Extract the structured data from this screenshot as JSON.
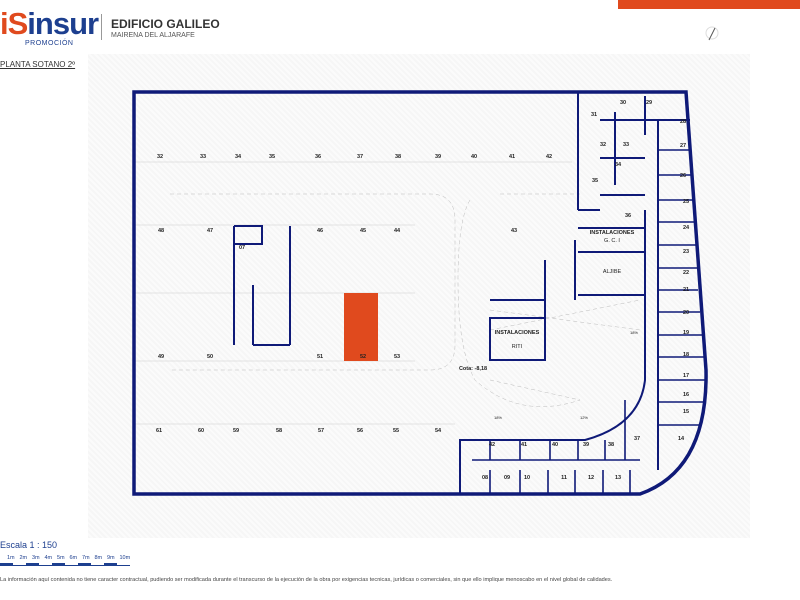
{
  "header": {
    "brand_letters": "iS",
    "brand_name": "insur",
    "brand_sub": "PROMOCIÓN",
    "building": "EDIFICIO GALILEO",
    "town": "MAIRENA DEL ALJARAFE",
    "floor": "PLANTA SOTANO 2º"
  },
  "plan": {
    "parking": [
      "32",
      "33",
      "34",
      "35",
      "36",
      "37",
      "38",
      "39",
      "40",
      "41",
      "42",
      "48",
      "47",
      "07",
      "46",
      "45",
      "44",
      "43",
      "49",
      "50",
      "51",
      "52",
      "53",
      "61",
      "60",
      "59",
      "58",
      "57",
      "56",
      "55",
      "54"
    ],
    "highlighted": "52",
    "storage": [
      "30",
      "29",
      "31",
      "28",
      "32",
      "33",
      "27",
      "34",
      "26",
      "35",
      "25",
      "36",
      "24",
      "23",
      "22",
      "21",
      "20",
      "19",
      "18",
      "17",
      "16",
      "15",
      "14",
      "37",
      "38",
      "39",
      "40",
      "41",
      "42",
      "08",
      "09",
      "10",
      "11",
      "12",
      "13"
    ],
    "rooms": {
      "gci_title": "INSTALACIONES",
      "gci_sub": "G. C. I",
      "aljibe": "ALJIBE",
      "riti_title": "INSTALACIONES",
      "riti_sub": "RITI"
    },
    "cota": "Cota: -8,18",
    "slopes": [
      "18%",
      "18%",
      "12%"
    ]
  },
  "footer": {
    "scale": "Escala 1 : 150",
    "scale_ticks": [
      "1m",
      "2m",
      "3m",
      "4m",
      "5m",
      "6m",
      "7m",
      "8m",
      "9m",
      "10m"
    ],
    "disclaimer": "La información aquí contenida no tiene caracter contractual, pudiendo ser modificada durante el transcurso de la ejecución de la obra por exigencias tecnicas, jurídicas o comerciales, sin que ello implique menoscabo en el nivel global de calidades."
  },
  "colors": {
    "accent": "#e04a1e",
    "wall": "#0f1a78",
    "brand": "#1d3f8f"
  }
}
